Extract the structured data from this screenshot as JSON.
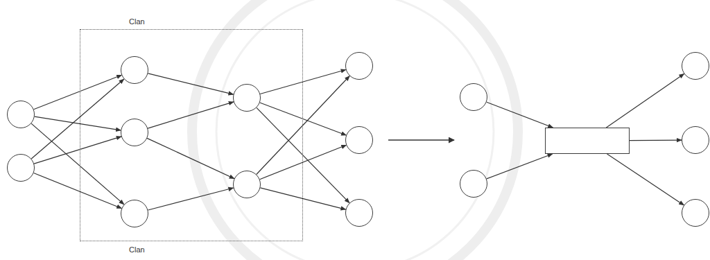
{
  "diagram": {
    "nodes": [
      {
        "text": []
      },
      {
        "text": []
      },
      {
        "text": [
          "Clan",
          "Clan"
        ]
      },
      {
        "text": [],
        "in": 2
      },
      {
        "text": [],
        "in": 2
      },
      {
        "text": [],
        "in": 2
      },
      {
        "text": [],
        "in": 2
      },
      {
        "text": [],
        "in": 2
      },
      {
        "text": []
      },
      {
        "text": []
      },
      {
        "text": []
      },
      {
        "text": []
      },
      {
        "text": []
      },
      {
        "text": []
      },
      {
        "text": []
      },
      {
        "text": []
      },
      {
        "text": []
      }
    ],
    "edges": [
      {
        "from": 0,
        "to": 3,
        "arrow": "to"
      },
      {
        "from": 0,
        "to": 4,
        "arrow": "to"
      },
      {
        "from": 0,
        "to": 5,
        "arrow": "to"
      },
      {
        "from": 1,
        "to": 3,
        "arrow": "to"
      },
      {
        "from": 1,
        "to": 4,
        "arrow": "to"
      },
      {
        "from": 1,
        "to": 5,
        "arrow": "to"
      },
      {
        "from": 3,
        "to": 6,
        "arrow": "to"
      },
      {
        "from": 4,
        "to": 6,
        "arrow": "to"
      },
      {
        "from": 4,
        "to": 7,
        "arrow": "to"
      },
      {
        "from": 5,
        "to": 7,
        "arrow": "to"
      },
      {
        "from": 6,
        "to": 8,
        "arrow": "to"
      },
      {
        "from": 6,
        "to": 9,
        "arrow": "to"
      },
      {
        "from": 6,
        "to": 10,
        "arrow": "to"
      },
      {
        "from": 7,
        "to": 8,
        "arrow": "to"
      },
      {
        "from": 7,
        "to": 9,
        "arrow": "to"
      },
      {
        "from": 7,
        "to": 10,
        "arrow": "to"
      },
      {
        "from": 11,
        "to": 13,
        "arrow": "to"
      },
      {
        "from": 12,
        "to": 13,
        "arrow": "to"
      },
      {
        "from": 13,
        "to": 14,
        "arrow": "to"
      },
      {
        "from": 13,
        "to": 15,
        "arrow": "to"
      },
      {
        "from": 13,
        "to": 16,
        "arrow": "to"
      }
    ]
  }
}
